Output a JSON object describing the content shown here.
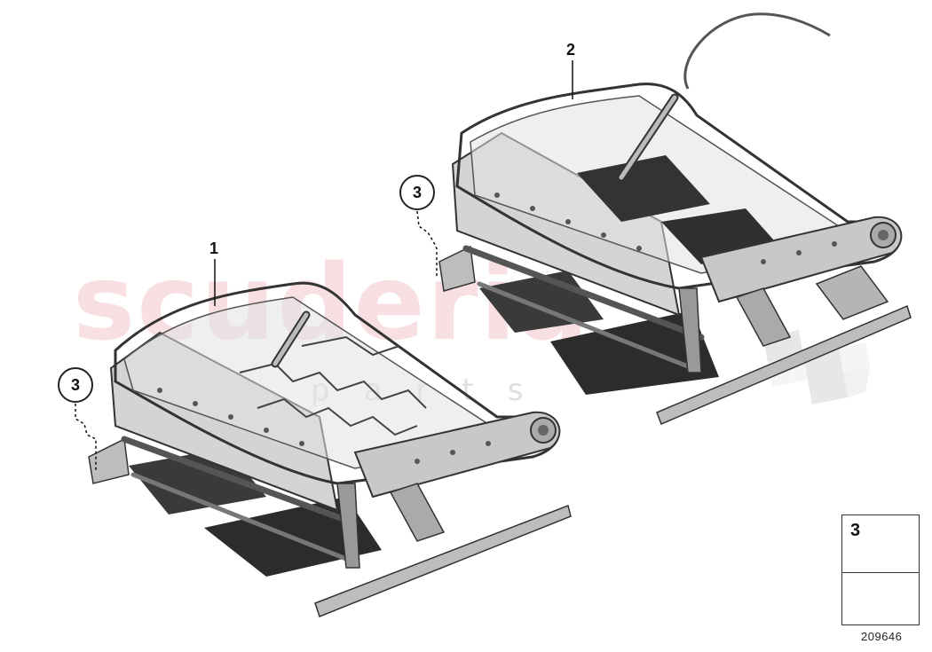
{
  "watermark": {
    "main": "scuderia",
    "sub": "parts"
  },
  "callouts": {
    "part_1": "1",
    "part_2": "2",
    "part_3_left": "3",
    "part_3_right": "3"
  },
  "legend": {
    "item_number": "3",
    "item_icon": "screw-icon",
    "nav_icon": "arrow-icon"
  },
  "diagram_id": "209646",
  "colors": {
    "frame_stroke": "#3a3a3a",
    "frame_fill": "#c9c9c9",
    "shadow_fill": "#2a2a2a",
    "watermark": "#e68c96"
  }
}
